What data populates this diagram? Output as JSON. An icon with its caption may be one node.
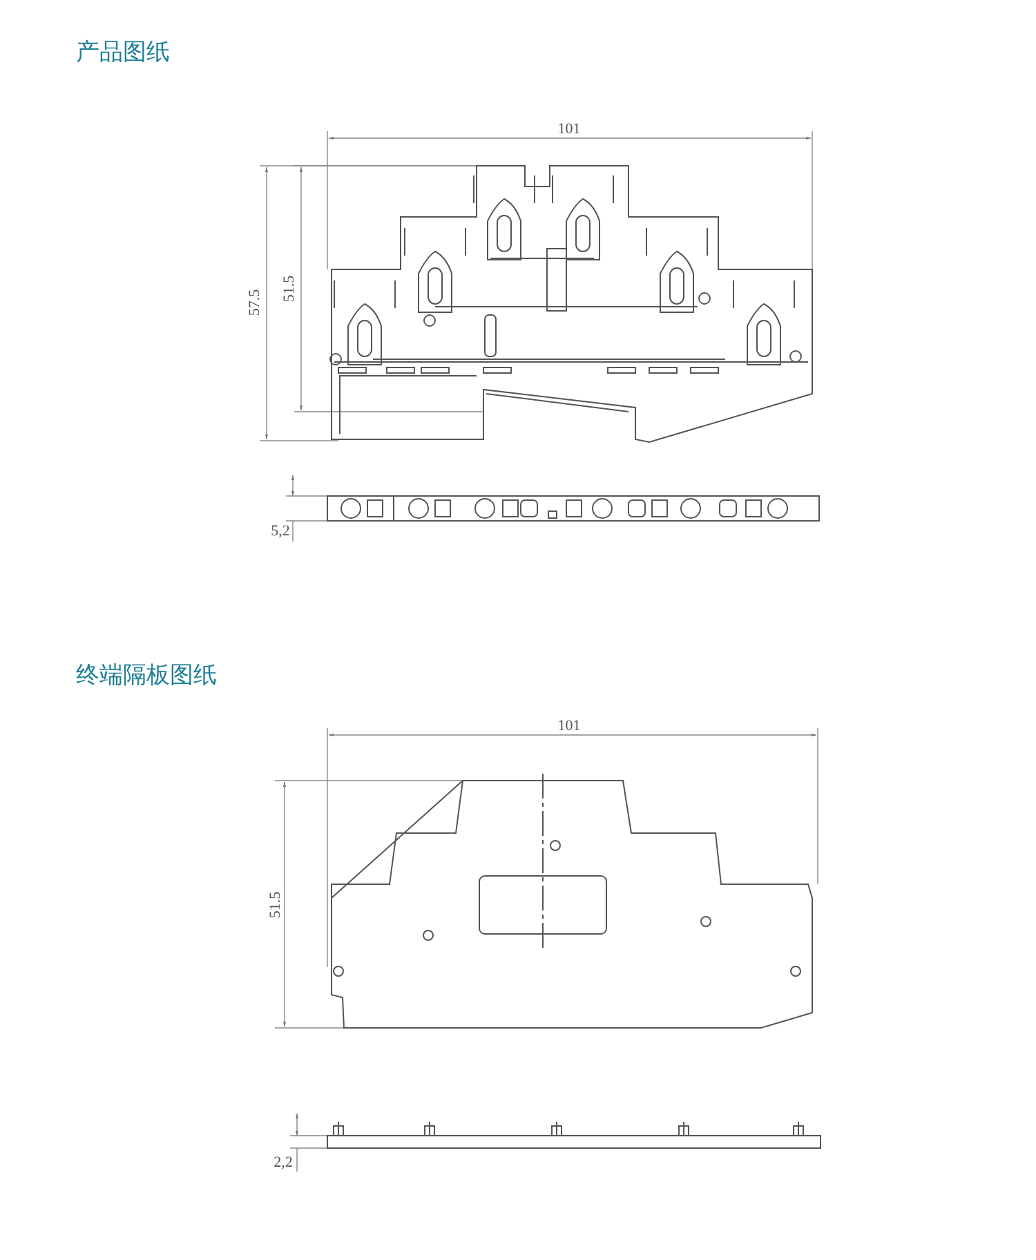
{
  "diagram": {
    "labels": [
      "产品图纸",
      "101",
      "57.5",
      "51.5",
      "5,2",
      "终端隔板图纸",
      "101",
      "51.5",
      "2,2"
    ]
  }
}
